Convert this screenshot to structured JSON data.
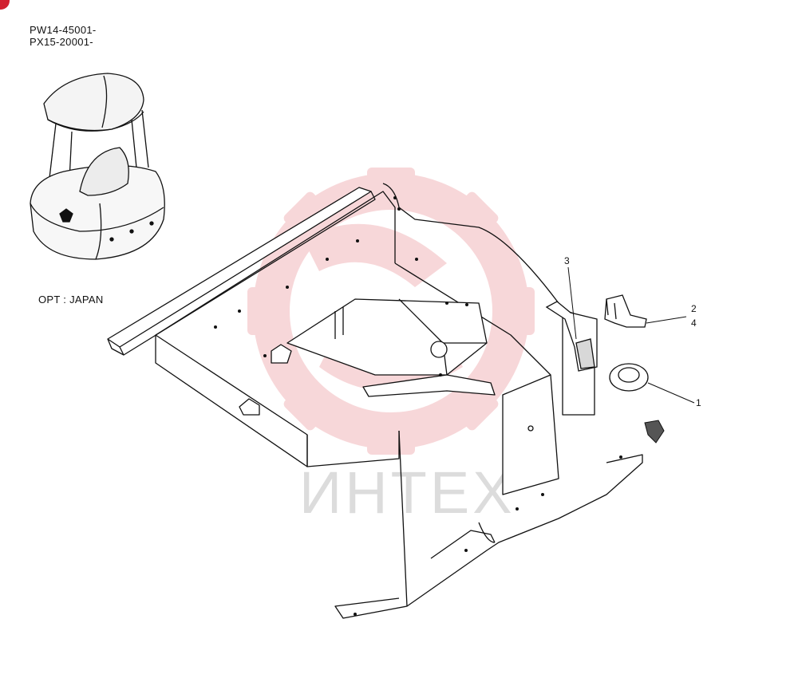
{
  "serial_numbers": [
    "PW14-45001-",
    "PX15-20001-"
  ],
  "option_label": "OPT : JAPAN",
  "callouts": [
    {
      "id": "callout-3",
      "label": "3"
    },
    {
      "id": "callout-2",
      "label": "2"
    },
    {
      "id": "callout-4",
      "label": "4"
    },
    {
      "id": "callout-1",
      "label": "1"
    }
  ],
  "watermark": {
    "text": "ИНТЕХ",
    "color": "#e8a0a4"
  },
  "colors": {
    "line": "#111111",
    "accent": "#d2202f"
  }
}
